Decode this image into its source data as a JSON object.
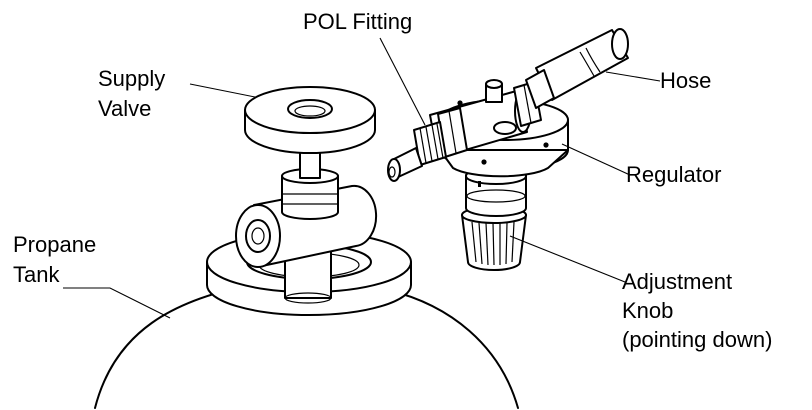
{
  "labels": {
    "pol_fitting": "POL Fitting",
    "supply_valve_l1": "Supply",
    "supply_valve_l2": "Valve",
    "hose": "Hose",
    "regulator": "Regulator",
    "propane_tank_l1": "Propane",
    "propane_tank_l2": "Tank",
    "adjustment_knob_l1": "Adjustment",
    "adjustment_knob_l2": "Knob",
    "adjustment_knob_l3": "(pointing down)"
  },
  "colors": {
    "line": "#000000",
    "background": "#ffffff"
  }
}
